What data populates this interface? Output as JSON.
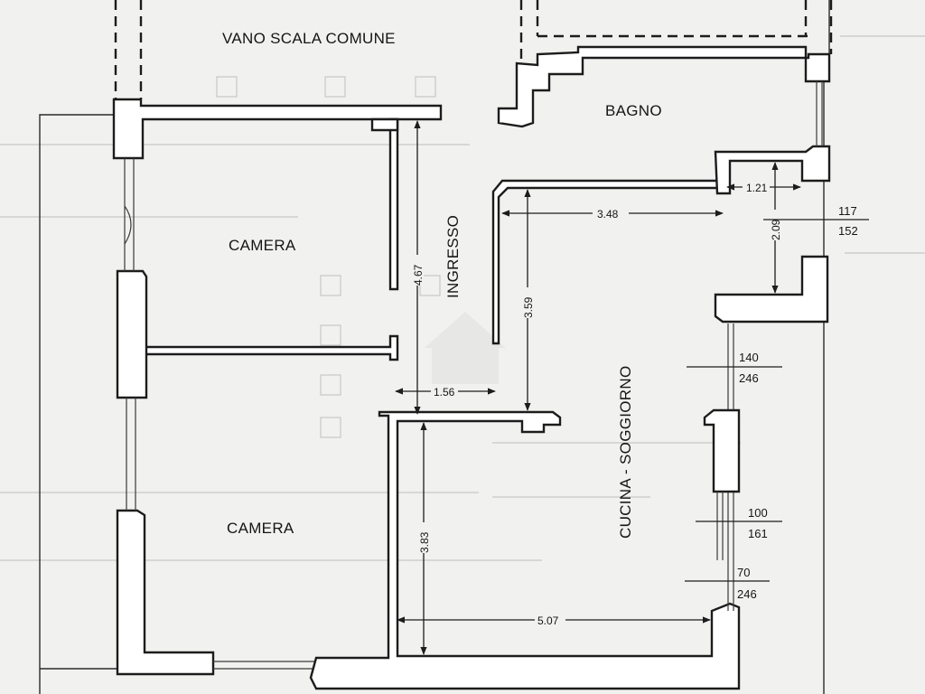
{
  "rooms": {
    "stair": "VANO SCALA COMUNE",
    "bath": "BAGNO",
    "bedroom_top": "CAMERA",
    "entrance": "INGRESSO",
    "bedroom_bottom": "CAMERA",
    "kitchen_living": "CUCINA - SOGGIORNO"
  },
  "dimensions": {
    "bath_width": "1.21",
    "kitchen_top_width": "3.48",
    "bath_depth": "2.09",
    "entrance_length": "4.67",
    "kitchen_left_height": "3.59",
    "entrance_width": "1.56",
    "bedroom_bottom_height": "3.83",
    "living_width": "5.07"
  },
  "openings": {
    "bath_window": {
      "numerator": "117",
      "denominator": "152"
    },
    "window_upper": {
      "numerator": "140",
      "denominator": "246"
    },
    "window_middle": {
      "numerator": "100",
      "denominator": "161"
    },
    "window_lower": {
      "numerator": "70",
      "denominator": "246"
    }
  }
}
